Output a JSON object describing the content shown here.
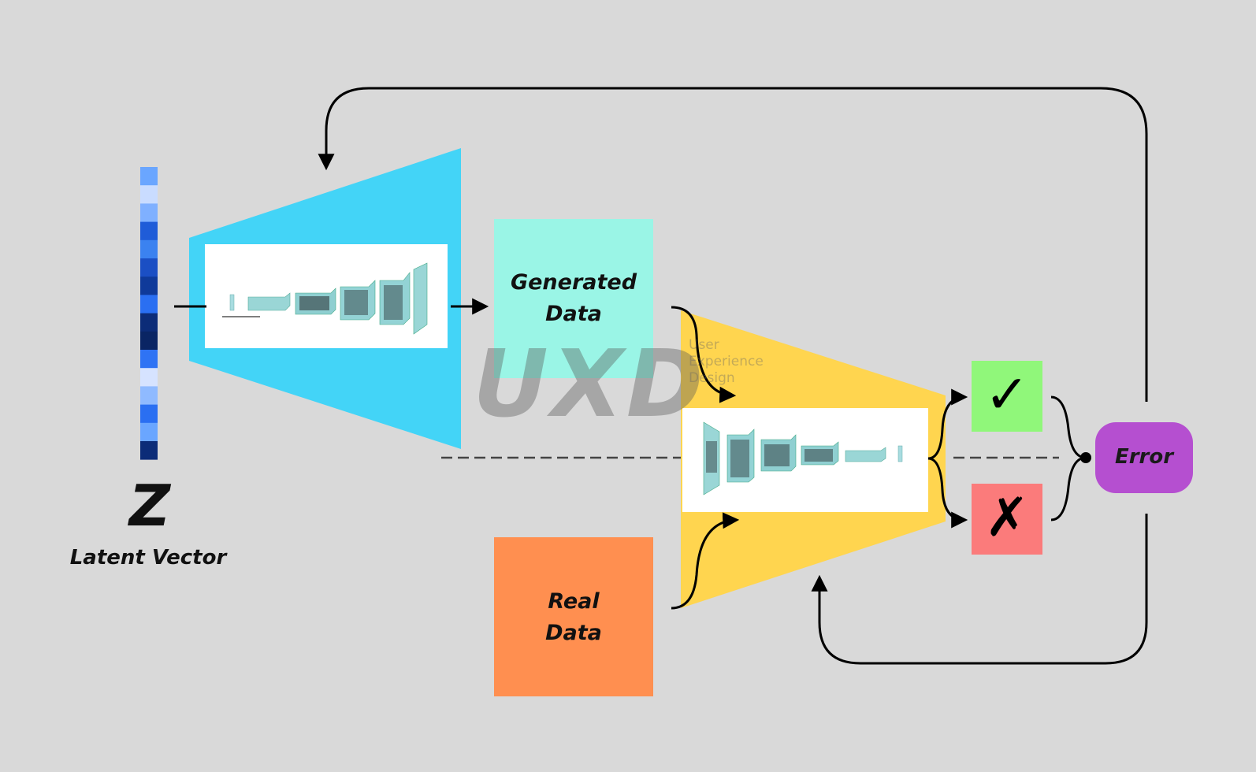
{
  "latent": {
    "symbol": "Z",
    "label": "Latent Vector"
  },
  "boxes": {
    "generated": {
      "line1": "Generated",
      "line2": "Data"
    },
    "real": {
      "line1": "Real",
      "line2": "Data"
    }
  },
  "outputs": {
    "real_mark": "✓",
    "fake_mark": "✗"
  },
  "error": {
    "label": "Error"
  },
  "watermark": {
    "logo": "UXD",
    "text": "User\nExperience\nDesign"
  },
  "colors": {
    "background": "#d9d9d9",
    "generator": "#43d4f7",
    "discriminator": "#ffd54f",
    "generated_data": "#9af5e6",
    "real_data": "#ff8f50",
    "correct": "#90f77a",
    "wrong": "#fb7b7b",
    "error": "#b54fd0"
  },
  "latent_cells": [
    "#6aa6ff",
    "#c9dcff",
    "#7fb0ff",
    "#1f5cd8",
    "#3b82f0",
    "#1b4fc4",
    "#0f3a9a",
    "#2a6ff2",
    "#0c2c78",
    "#0a2564",
    "#2f73f4",
    "#d6e3ff",
    "#8fbaff",
    "#2a6ff2",
    "#6aa6ff",
    "#0c2c78"
  ]
}
